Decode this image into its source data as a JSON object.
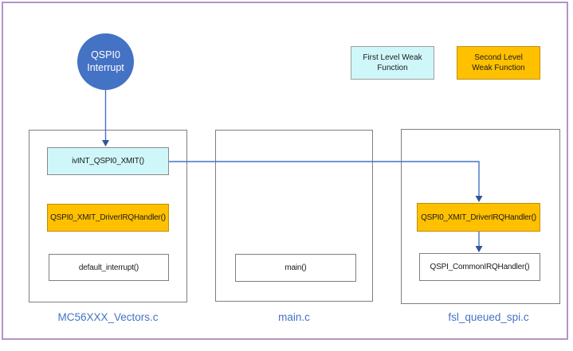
{
  "colors": {
    "slide_border": "#B294C6",
    "accent_blue": "#4472C4",
    "first_level_fill": "#CFF7F9",
    "second_level_fill": "#FFC000",
    "second_level_border": "#BF8F00",
    "container_border": "#7F7F7F",
    "file_label_blue": "#4472C4"
  },
  "interrupt_circle": {
    "line1": "QSPI0",
    "line2": "Interrupt"
  },
  "legend": {
    "first_level": "First Level Weak Function",
    "second_level": "Second Level Weak Function"
  },
  "files": [
    {
      "name": "MC56XXX_Vectors.c",
      "functions": [
        {
          "label": "ivINT_QSPI0_XMIT()",
          "level": "first"
        },
        {
          "label": "QSPI0_XMIT_DriverIRQHandler()",
          "level": "second"
        },
        {
          "label": "default_interrupt()",
          "level": "none"
        }
      ]
    },
    {
      "name": "main.c",
      "functions": [
        {
          "label": "main()",
          "level": "none"
        }
      ]
    },
    {
      "name": "fsl_queued_spi.c",
      "functions": [
        {
          "label": "QSPI0_XMIT_DriverIRQHandler()",
          "level": "second"
        },
        {
          "label": "QSPI_CommonIRQHandler()",
          "level": "none"
        }
      ]
    }
  ],
  "connections": [
    {
      "from": "QSPI0 Interrupt",
      "to": "ivINT_QSPI0_XMIT()"
    },
    {
      "from": "ivINT_QSPI0_XMIT()",
      "to": "QSPI0_XMIT_DriverIRQHandler() [fsl_queued_spi.c]"
    },
    {
      "from": "QSPI0_XMIT_DriverIRQHandler() [fsl_queued_spi.c]",
      "to": "QSPI_CommonIRQHandler()"
    }
  ]
}
